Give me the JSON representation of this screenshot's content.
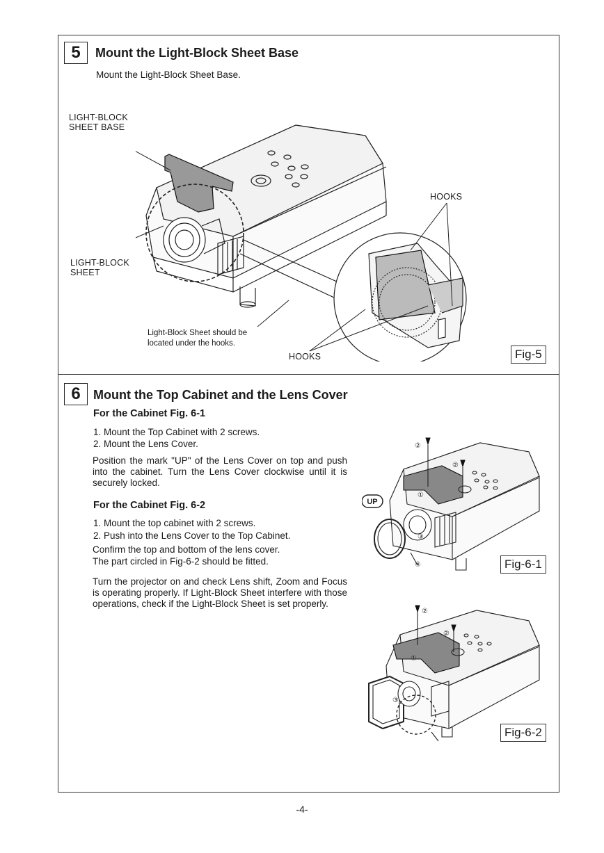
{
  "step5": {
    "number": "5",
    "title": "Mount the Light-Block Sheet Base",
    "text": "Mount the Light-Block Sheet Base.",
    "labels": {
      "sheet_base_line1": "LIGHT-BLOCK",
      "sheet_base_line2": "SHEET BASE",
      "hooks_top": "HOOKS",
      "sheet_line1": "LIGHT-BLOCK",
      "sheet_line2": "SHEET",
      "note_line1": "Light-Block Sheet should be",
      "note_line2": "located under the hooks.",
      "hooks_bottom": "HOOKS"
    },
    "fig": "Fig-5"
  },
  "step6": {
    "number": "6",
    "title": "Mount the Top Cabinet and the Lens Cover",
    "sub1": "For the Cabinet Fig. 6-1",
    "sub1_lines": [
      "1. Mount the Top Cabinet with 2 screws.",
      "2. Mount the Lens Cover."
    ],
    "sub1_para": "Position the mark \"UP\" of the Lens Cover on top and push into the cabinet. Turn the Lens Cover clockwise until it is securely locked.",
    "sub2": "For the Cabinet Fig. 6-2",
    "sub2_lines": [
      "1. Mount the top cabinet with 2 screws.",
      "2. Push into the Lens Cover to the Top Cabinet."
    ],
    "sub2_para_lines": [
      "Confirm the top and bottom of the lens cover.",
      "The part circled in Fig-6-2 should be fitted."
    ],
    "final_para": "Turn the projector on and check Lens shift, Zoom and Focus is operating properly. If Light-Block Sheet interfere with those operations, check if the Light-Block Sheet is set properly.",
    "fig1": "Fig-6-1",
    "fig2": "Fig-6-2",
    "up_mark": "UP",
    "callouts": [
      "②",
      "②",
      "①",
      "③",
      "④",
      "②",
      "②",
      "①",
      "③"
    ]
  },
  "page_number": "-4-"
}
